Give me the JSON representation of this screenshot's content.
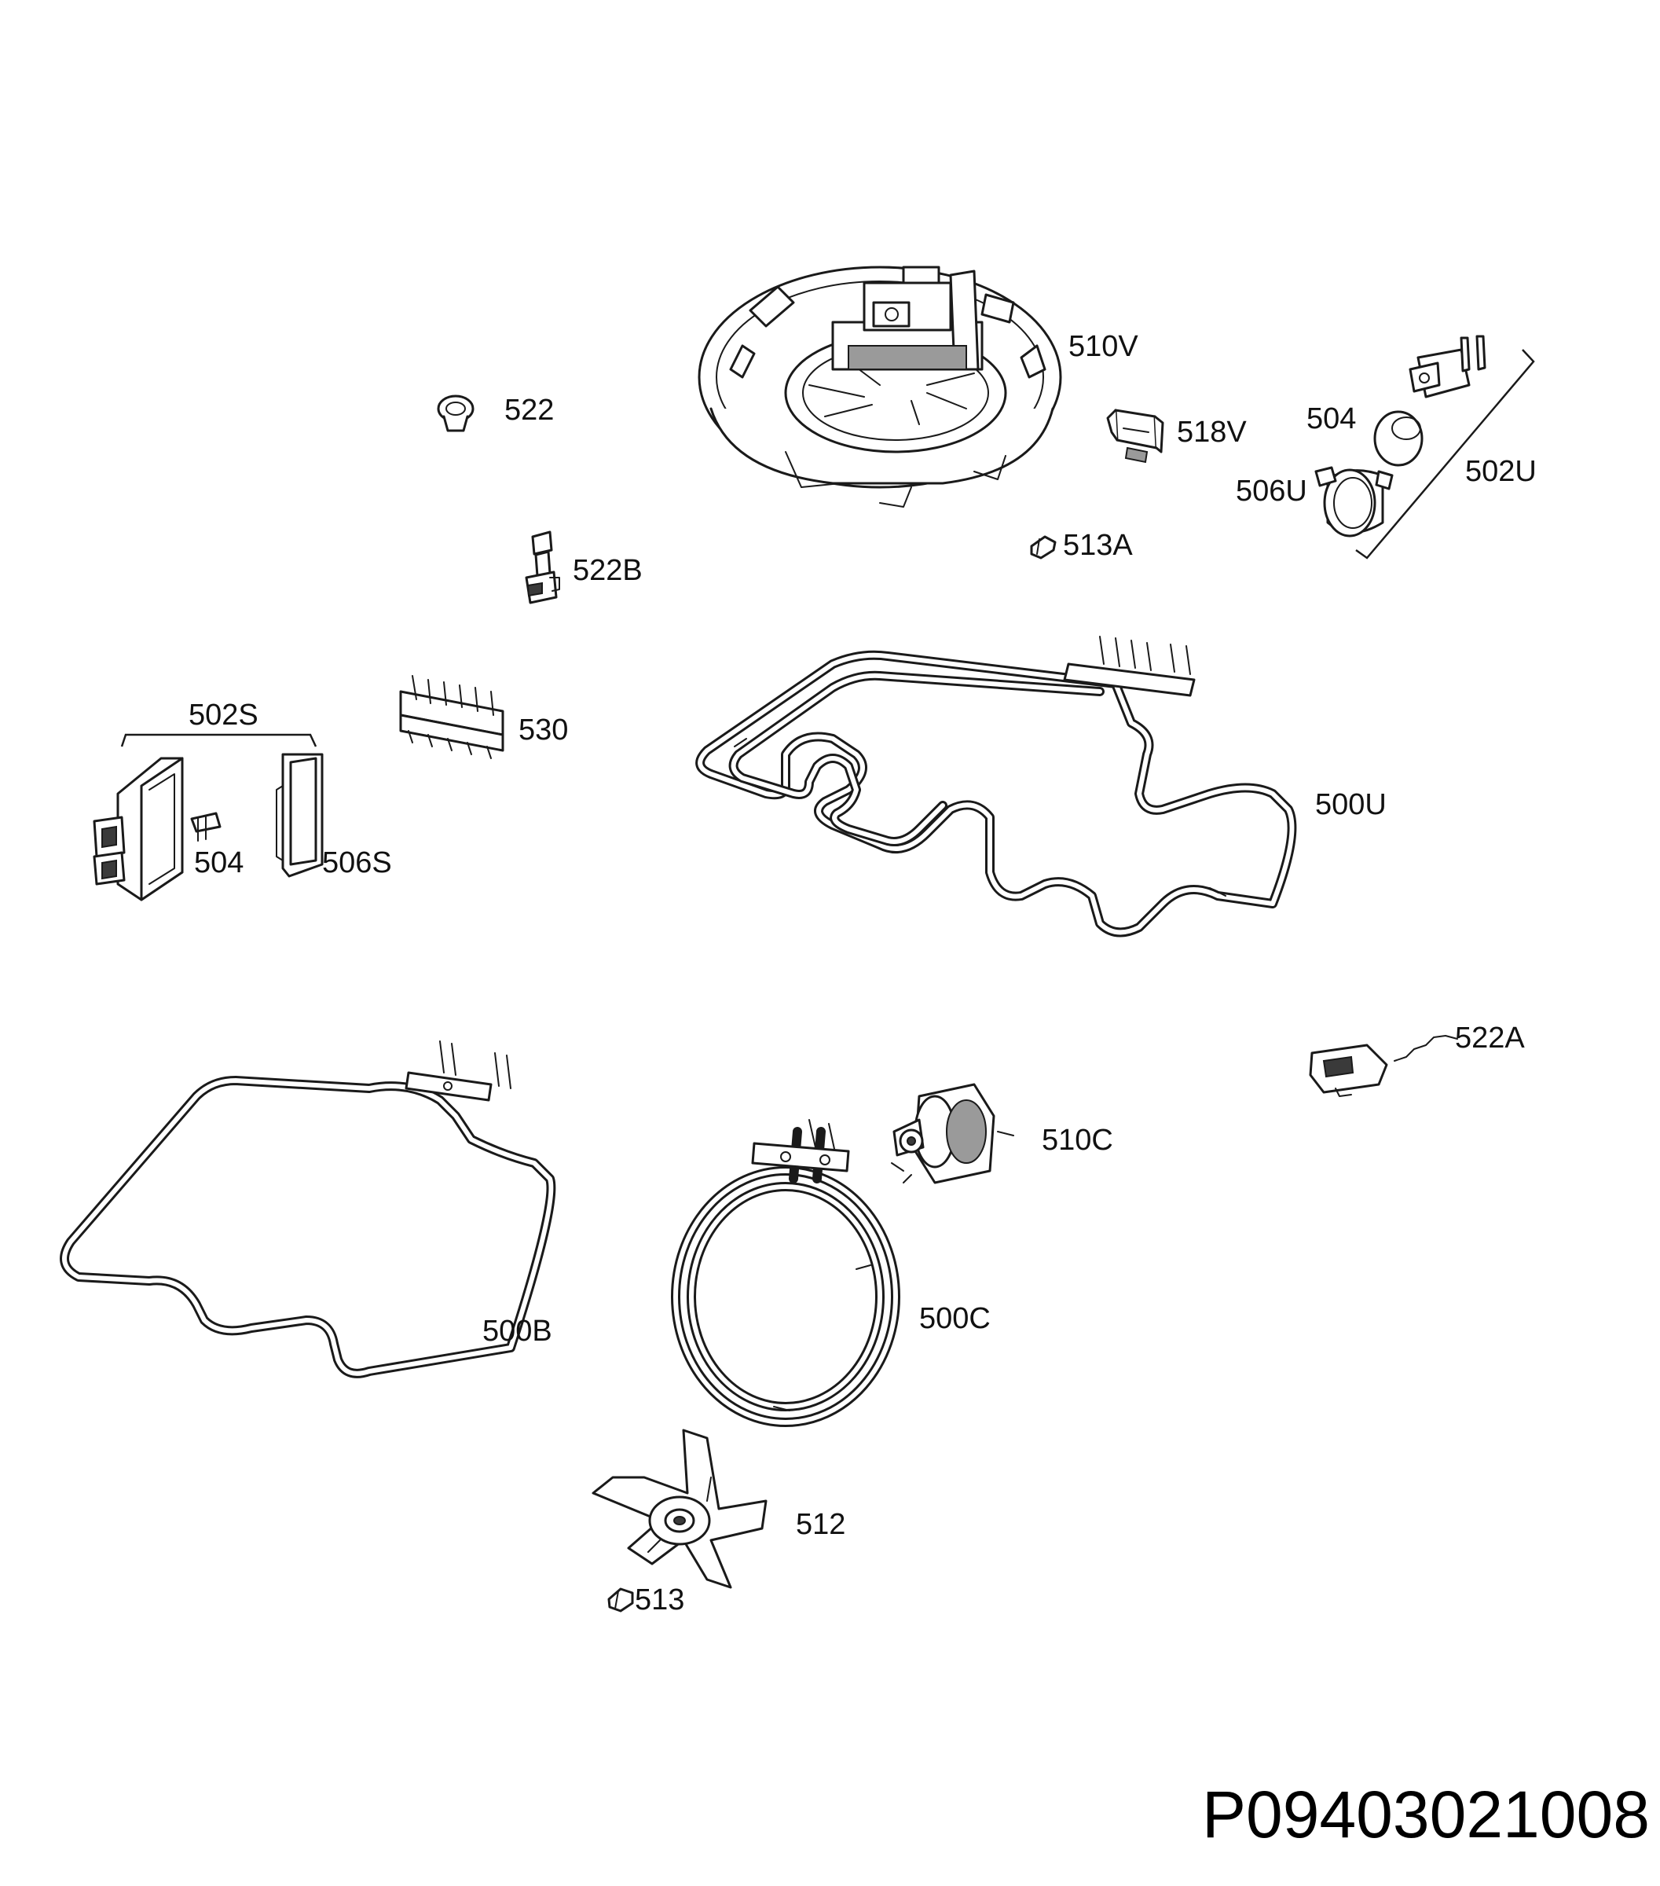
{
  "diagram_id": "P09403021008",
  "colors": {
    "line": "#1a1a1a",
    "background": "#ffffff",
    "shade": "#9a9a9a"
  },
  "parts": {
    "p510V": "510V",
    "p522": "522",
    "p518V": "518V",
    "p504_top": "504",
    "p502U": "502U",
    "p506U": "506U",
    "p513A": "513A",
    "p522B": "522B",
    "p502S": "502S",
    "p530": "530",
    "p500U": "500U",
    "p504_left": "504",
    "p506S": "506S",
    "p522A": "522A",
    "p510C": "510C",
    "p500C": "500C",
    "p500B": "500B",
    "p512": "512",
    "p513": "513"
  }
}
